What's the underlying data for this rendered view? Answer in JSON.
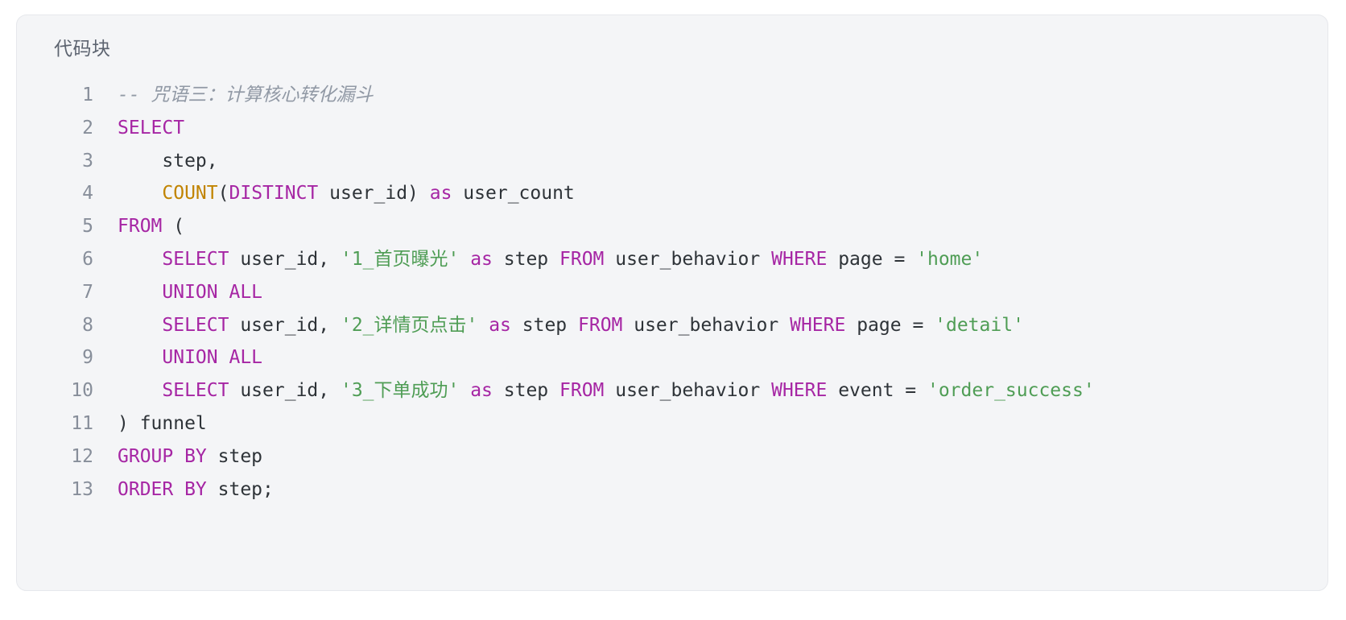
{
  "card": {
    "header_label": "代码块",
    "background_color": "#f4f5f7",
    "border_color": "#e6e8ec"
  },
  "theme": {
    "keyword_color": "#a626a4",
    "function_color": "#c18401",
    "string_color": "#4f9d55",
    "identifier_color": "#2e3338",
    "comment_color": "#9199a5",
    "line_number_color": "#878e9a"
  },
  "code": {
    "language": "sql",
    "lines": [
      {
        "n": "1",
        "tokens": [
          {
            "t": "-- 咒语三：计算核心转化漏斗",
            "c": "comment"
          }
        ]
      },
      {
        "n": "2",
        "tokens": [
          {
            "t": "SELECT",
            "c": "kw"
          }
        ]
      },
      {
        "n": "3",
        "tokens": [
          {
            "t": "    ",
            "c": "punct"
          },
          {
            "t": "step,",
            "c": "id"
          }
        ]
      },
      {
        "n": "4",
        "tokens": [
          {
            "t": "    ",
            "c": "punct"
          },
          {
            "t": "COUNT",
            "c": "fn"
          },
          {
            "t": "(",
            "c": "punct"
          },
          {
            "t": "DISTINCT",
            "c": "kw"
          },
          {
            "t": " user_id)",
            "c": "id"
          },
          {
            "t": " as",
            "c": "kw"
          },
          {
            "t": " user_count",
            "c": "id"
          }
        ]
      },
      {
        "n": "5",
        "tokens": [
          {
            "t": "FROM",
            "c": "kw"
          },
          {
            "t": " (",
            "c": "punct"
          }
        ]
      },
      {
        "n": "6",
        "tokens": [
          {
            "t": "    ",
            "c": "punct"
          },
          {
            "t": "SELECT",
            "c": "kw"
          },
          {
            "t": " user_id, ",
            "c": "id"
          },
          {
            "t": "'1_首页曝光'",
            "c": "str"
          },
          {
            "t": " as",
            "c": "kw"
          },
          {
            "t": " step ",
            "c": "id"
          },
          {
            "t": "FROM",
            "c": "kw"
          },
          {
            "t": " user_behavior ",
            "c": "id"
          },
          {
            "t": "WHERE",
            "c": "kw"
          },
          {
            "t": " page = ",
            "c": "id"
          },
          {
            "t": "'home'",
            "c": "str"
          }
        ]
      },
      {
        "n": "7",
        "tokens": [
          {
            "t": "    ",
            "c": "punct"
          },
          {
            "t": "UNION ALL",
            "c": "kw"
          }
        ]
      },
      {
        "n": "8",
        "tokens": [
          {
            "t": "    ",
            "c": "punct"
          },
          {
            "t": "SELECT",
            "c": "kw"
          },
          {
            "t": " user_id, ",
            "c": "id"
          },
          {
            "t": "'2_详情页点击'",
            "c": "str"
          },
          {
            "t": " as",
            "c": "kw"
          },
          {
            "t": " step ",
            "c": "id"
          },
          {
            "t": "FROM",
            "c": "kw"
          },
          {
            "t": " user_behavior ",
            "c": "id"
          },
          {
            "t": "WHERE",
            "c": "kw"
          },
          {
            "t": " page = ",
            "c": "id"
          },
          {
            "t": "'detail'",
            "c": "str"
          }
        ]
      },
      {
        "n": "9",
        "tokens": [
          {
            "t": "    ",
            "c": "punct"
          },
          {
            "t": "UNION ALL",
            "c": "kw"
          }
        ]
      },
      {
        "n": "10",
        "tokens": [
          {
            "t": "    ",
            "c": "punct"
          },
          {
            "t": "SELECT",
            "c": "kw"
          },
          {
            "t": " user_id, ",
            "c": "id"
          },
          {
            "t": "'3_下单成功'",
            "c": "str"
          },
          {
            "t": " as",
            "c": "kw"
          },
          {
            "t": " step ",
            "c": "id"
          },
          {
            "t": "FROM",
            "c": "kw"
          },
          {
            "t": " user_behavior ",
            "c": "id"
          },
          {
            "t": "WHERE",
            "c": "kw"
          },
          {
            "t": " event = ",
            "c": "id"
          },
          {
            "t": "'order_success'",
            "c": "str"
          }
        ]
      },
      {
        "n": "11",
        "tokens": [
          {
            "t": ") funnel",
            "c": "id"
          }
        ]
      },
      {
        "n": "12",
        "tokens": [
          {
            "t": "GROUP BY",
            "c": "kw"
          },
          {
            "t": " step",
            "c": "id"
          }
        ]
      },
      {
        "n": "13",
        "tokens": [
          {
            "t": "ORDER BY",
            "c": "kw"
          },
          {
            "t": " step;",
            "c": "id"
          }
        ]
      }
    ]
  }
}
